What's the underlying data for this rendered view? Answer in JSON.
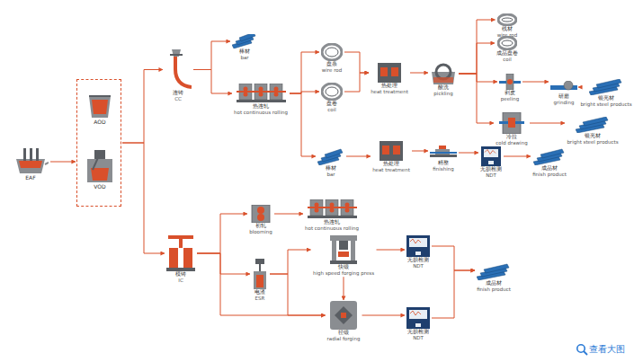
{
  "diagram": {
    "nodes": [
      {
        "text": [
          "EAF"
        ]
      },
      {
        "text": []
      },
      {
        "text": [
          "AOD"
        ],
        "in": 1
      },
      {
        "text": [
          "VOD"
        ],
        "in": 1
      },
      {
        "text": [
          "连铸",
          "CC"
        ]
      },
      {
        "text": [
          "棒材",
          "bar"
        ]
      },
      {
        "text": [
          "热连轧",
          "hot continuous rolling"
        ]
      },
      {
        "text": [
          "盘条",
          "wire rod"
        ]
      },
      {
        "text": [
          "盘卷",
          "coil"
        ]
      },
      {
        "text": [
          "热处理",
          "heat treatment"
        ]
      },
      {
        "text": [
          "酸洗",
          "pickling"
        ]
      },
      {
        "text": [
          "线材",
          "wire rod"
        ]
      },
      {
        "text": [
          "成品盘卷",
          "coil"
        ]
      },
      {
        "text": [
          "剥皮",
          "peeling"
        ]
      },
      {
        "text": [
          "研磨",
          "grinding"
        ]
      },
      {
        "text": [
          "银亮材",
          "bright steel products"
        ]
      },
      {
        "text": [
          "冷拉",
          "cold drawing"
        ]
      },
      {
        "text": [
          "银亮材",
          "bright steel products"
        ]
      },
      {
        "text": [
          "棒材",
          "bar"
        ]
      },
      {
        "text": [
          "热处理",
          "heat treatment"
        ]
      },
      {
        "text": [
          "精整",
          "finishing"
        ]
      },
      {
        "text": [
          "无损检测",
          "NDT"
        ]
      },
      {
        "text": [
          "成品材",
          "finish product"
        ]
      },
      {
        "text": [
          "模铸",
          "IC"
        ]
      },
      {
        "text": [
          "初轧",
          "blooming"
        ]
      },
      {
        "text": [
          "热连轧",
          "hot continuous rolling"
        ]
      },
      {
        "text": [
          "电渣",
          "ESR"
        ]
      },
      {
        "text": [
          "快锻",
          "high speed forging press"
        ]
      },
      {
        "text": [
          "径锻",
          "radial forging"
        ]
      },
      {
        "text": [
          "无损检测",
          "NDT"
        ]
      },
      {
        "text": [
          "无损检测",
          "NDT"
        ]
      },
      {
        "text": [
          "成品材",
          "finish product"
        ]
      }
    ],
    "edges": [
      {
        "from": 0,
        "to": 1,
        "arrow": "to"
      },
      {
        "from": 1,
        "to": 4,
        "arrow": "to"
      },
      {
        "from": 1,
        "to": 23,
        "arrow": "to"
      },
      {
        "from": 4,
        "to": 5,
        "arrow": "to"
      },
      {
        "from": 4,
        "to": 6,
        "arrow": "to"
      },
      {
        "from": 6,
        "to": 7,
        "arrow": "to"
      },
      {
        "from": 6,
        "to": 8,
        "arrow": "to"
      },
      {
        "from": 6,
        "to": 18,
        "arrow": "to"
      },
      {
        "from": 7,
        "to": 9,
        "arrow": "to"
      },
      {
        "from": 8,
        "to": 9,
        "arrow": "to"
      },
      {
        "from": 9,
        "to": 10,
        "arrow": "to"
      },
      {
        "from": 10,
        "to": 11,
        "arrow": "to"
      },
      {
        "from": 10,
        "to": 12,
        "arrow": "to"
      },
      {
        "from": 10,
        "to": 13,
        "arrow": "to"
      },
      {
        "from": 10,
        "to": 16,
        "arrow": "to"
      },
      {
        "from": 13,
        "to": 14,
        "arrow": "to"
      },
      {
        "from": 14,
        "to": 15,
        "arrow": "to"
      },
      {
        "from": 16,
        "to": 17,
        "arrow": "to"
      },
      {
        "from": 18,
        "to": 19,
        "arrow": "to"
      },
      {
        "from": 19,
        "to": 20,
        "arrow": "to"
      },
      {
        "from": 20,
        "to": 21,
        "arrow": "to"
      },
      {
        "from": 21,
        "to": 22,
        "arrow": "to"
      },
      {
        "from": 23,
        "to": 24,
        "arrow": "to"
      },
      {
        "from": 23,
        "to": 26,
        "arrow": "to"
      },
      {
        "from": 23,
        "to": 28,
        "arrow": "to"
      },
      {
        "from": 24,
        "to": 25,
        "arrow": "to"
      },
      {
        "from": 26,
        "to": 27,
        "arrow": "to"
      },
      {
        "from": 26,
        "to": 28,
        "arrow": "to"
      },
      {
        "from": 27,
        "to": 28,
        "arrow": "to"
      },
      {
        "from": 27,
        "to": 29,
        "arrow": "to"
      },
      {
        "from": 28,
        "to": 30,
        "arrow": "to"
      },
      {
        "from": 29,
        "to": 31,
        "arrow": "to"
      },
      {
        "from": 30,
        "to": 31,
        "arrow": "to"
      }
    ],
    "labels": [
      "查看大图"
    ]
  }
}
